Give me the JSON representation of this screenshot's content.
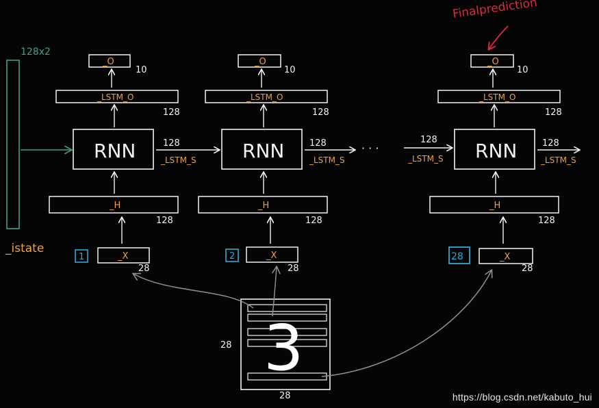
{
  "diagram": {
    "istate_size": "128x2",
    "istate_label": "_istate",
    "final_prediction": "Finalprediction",
    "ellipsis": "· · ·",
    "columns": [
      {
        "step": "1",
        "out_label": "_O",
        "out_size": "10",
        "lstm_o_label": "_LSTM_O",
        "lstm_o_size": "128",
        "rnn_label": "RNN",
        "lstm_s_label": "_LSTM_S",
        "lstm_s_size": "128",
        "h_label": "_H",
        "h_size": "128",
        "x_label": "_X",
        "x_size": "28"
      },
      {
        "step": "2",
        "in_label": "",
        "in_size": "",
        "out_label": "_O",
        "out_size": "10",
        "lstm_o_label": "_LSTM_O",
        "lstm_o_size": "128",
        "rnn_label": "RNN",
        "lstm_s_label": "_LSTM_S",
        "lstm_s_size": "128",
        "h_label": "_H",
        "h_size": "128",
        "x_label": "_X",
        "x_size": "28"
      },
      {
        "step": "28",
        "in_label": "_LSTM_S",
        "in_size": "128",
        "out_label": "_O",
        "out_size": "10",
        "lstm_o_label": "_LSTM_O",
        "lstm_o_size": "128",
        "rnn_label": "RNN",
        "lstm_s_label": "_LSTM_S",
        "lstm_s_size": "128",
        "h_label": "_H",
        "h_size": "128",
        "x_label": "_X",
        "x_size": "28"
      }
    ],
    "image": {
      "digit": "3",
      "height_label": "28",
      "width_label": "28"
    },
    "colors": {
      "white": "#f2f2f2",
      "orange": "#f0a23a",
      "teal": "#3fa08a",
      "blue": "#2aa8d8",
      "red": "#e0283c",
      "gray": "#8a8f97"
    }
  },
  "watermark": "https://blog.csdn.net/kabuto_hui"
}
